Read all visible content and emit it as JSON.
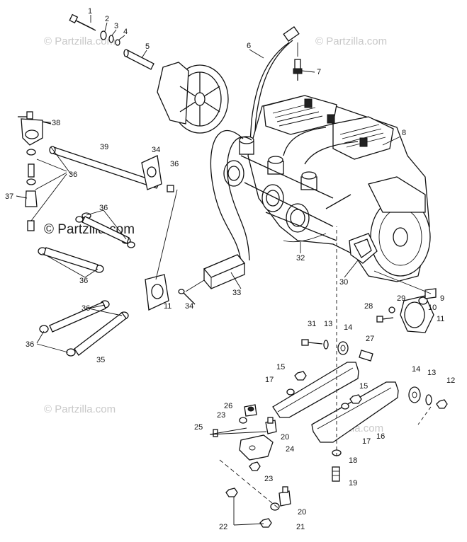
{
  "watermark": {
    "text": "© Partzilla.com",
    "prominent": "© Partzilla.com"
  },
  "callouts": [
    {
      "id": "c1",
      "label": "1"
    },
    {
      "id": "c2",
      "label": "2"
    },
    {
      "id": "c3",
      "label": "3"
    },
    {
      "id": "c4",
      "label": "4"
    },
    {
      "id": "c5",
      "label": "5"
    },
    {
      "id": "c6",
      "label": "6"
    },
    {
      "id": "c7",
      "label": "7"
    },
    {
      "id": "c8",
      "label": "8"
    },
    {
      "id": "c38",
      "label": "38"
    },
    {
      "id": "c39",
      "label": "39"
    },
    {
      "id": "c34a",
      "label": "34"
    },
    {
      "id": "c36a",
      "label": "36"
    },
    {
      "id": "c36b",
      "label": "36"
    },
    {
      "id": "c37",
      "label": "37"
    },
    {
      "id": "c36c",
      "label": "36"
    },
    {
      "id": "c36d",
      "label": "36"
    },
    {
      "id": "c36e",
      "label": "36"
    },
    {
      "id": "c36f",
      "label": "36"
    },
    {
      "id": "c11a",
      "label": "11"
    },
    {
      "id": "c34b",
      "label": "34"
    },
    {
      "id": "c35",
      "label": "35"
    },
    {
      "id": "c33",
      "label": "33"
    },
    {
      "id": "c32",
      "label": "32"
    },
    {
      "id": "c30",
      "label": "30"
    },
    {
      "id": "c9",
      "label": "9"
    },
    {
      "id": "c10",
      "label": "10"
    },
    {
      "id": "c29",
      "label": "29"
    },
    {
      "id": "c28",
      "label": "28"
    },
    {
      "id": "c11b",
      "label": "11"
    },
    {
      "id": "c31",
      "label": "31"
    },
    {
      "id": "c13a",
      "label": "13"
    },
    {
      "id": "c14a",
      "label": "14"
    },
    {
      "id": "c27",
      "label": "27"
    },
    {
      "id": "c15a",
      "label": "15"
    },
    {
      "id": "c17a",
      "label": "17"
    },
    {
      "id": "c15b",
      "label": "15"
    },
    {
      "id": "c14b",
      "label": "14"
    },
    {
      "id": "c13b",
      "label": "13"
    },
    {
      "id": "c12",
      "label": "12"
    },
    {
      "id": "c26",
      "label": "26"
    },
    {
      "id": "c23a",
      "label": "23"
    },
    {
      "id": "c25",
      "label": "25"
    },
    {
      "id": "c20a",
      "label": "20"
    },
    {
      "id": "c24",
      "label": "24"
    },
    {
      "id": "c17b",
      "label": "17"
    },
    {
      "id": "c16",
      "label": "16"
    },
    {
      "id": "c18",
      "label": "18"
    },
    {
      "id": "c23b",
      "label": "23"
    },
    {
      "id": "c19",
      "label": "19"
    },
    {
      "id": "c20b",
      "label": "20"
    },
    {
      "id": "c22",
      "label": "22"
    },
    {
      "id": "c21",
      "label": "21"
    }
  ]
}
